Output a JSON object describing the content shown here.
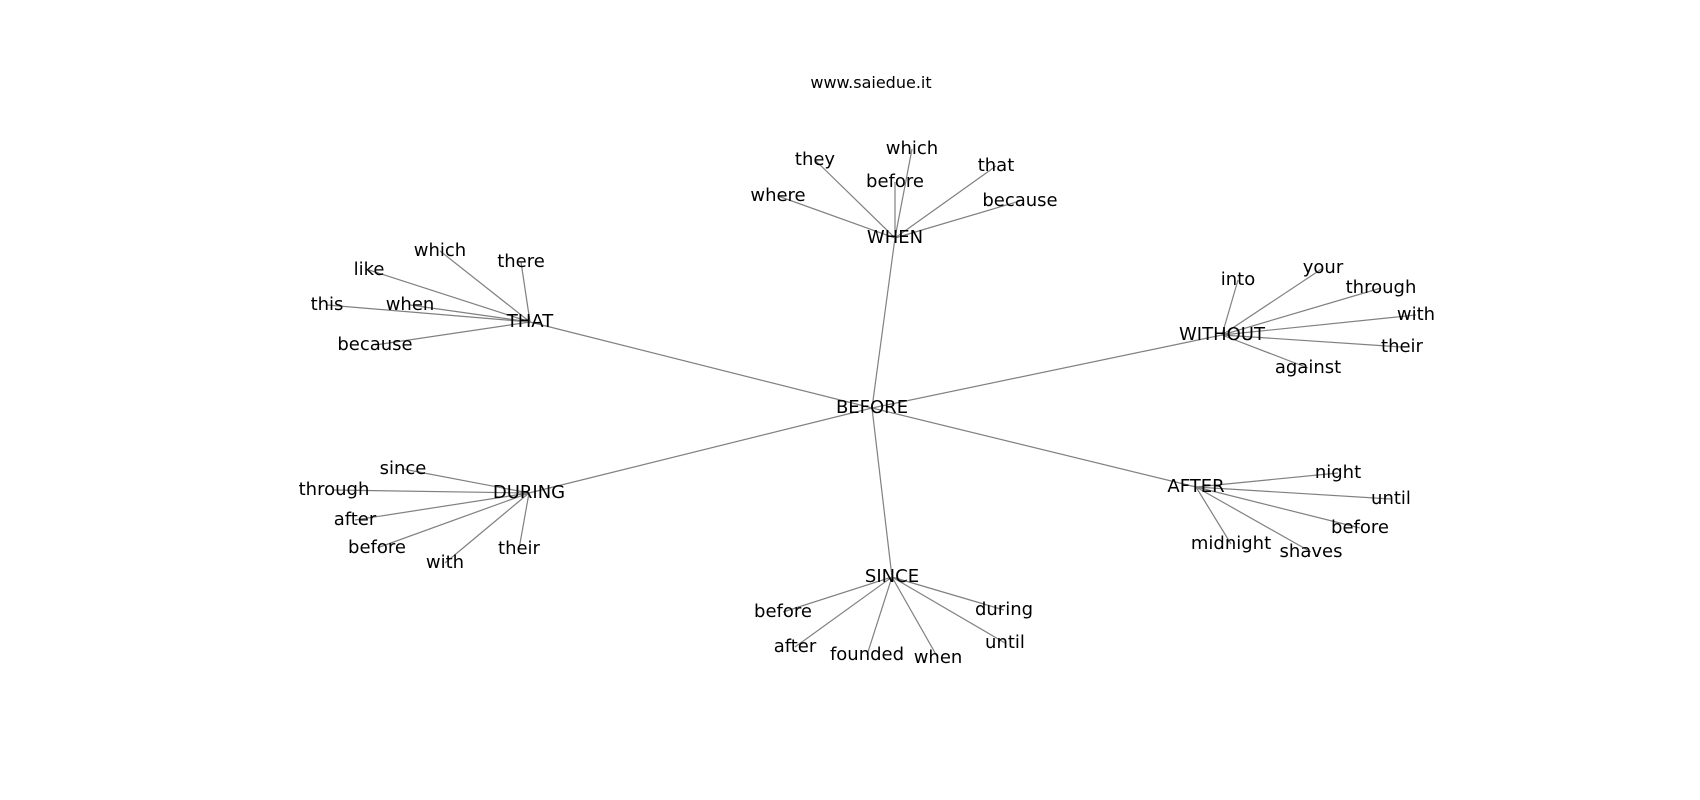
{
  "title": "www.saiedue.it",
  "root": "BEFORE",
  "branches": [
    {
      "word": "WHEN",
      "children": [
        "they",
        "which",
        "before",
        "that",
        "where",
        "because"
      ]
    },
    {
      "word": "THAT",
      "children": [
        "which",
        "there",
        "like",
        "when",
        "this",
        "because"
      ]
    },
    {
      "word": "WITHOUT",
      "children": [
        "into",
        "your",
        "through",
        "with",
        "their",
        "against"
      ]
    },
    {
      "word": "DURING",
      "children": [
        "since",
        "through",
        "after",
        "before",
        "with",
        "their"
      ]
    },
    {
      "word": "AFTER",
      "children": [
        "night",
        "until",
        "before",
        "midnight",
        "shaves"
      ]
    },
    {
      "word": "SINCE",
      "children": [
        "before",
        "during",
        "after",
        "until",
        "founded",
        "when"
      ]
    }
  ],
  "colors": {
    "edge": "#808080",
    "text": "#000000",
    "background": "#ffffff"
  }
}
